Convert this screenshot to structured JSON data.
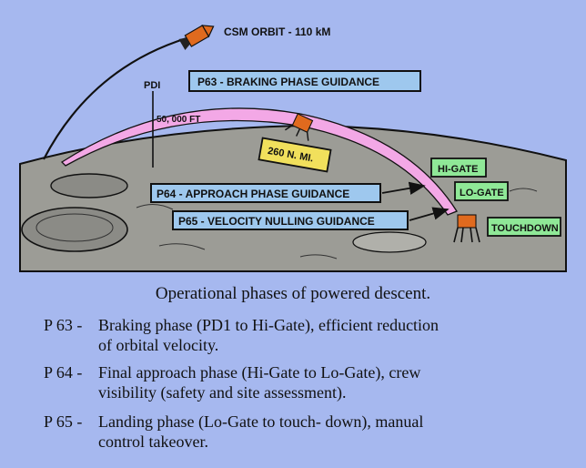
{
  "labels": {
    "csm_orbit": "CSM ORBIT - 110 kM",
    "pdi": "PDI",
    "altitude": "50, 000 FT",
    "distance": "260 N. MI.",
    "p63": "P63 - BRAKING PHASE GUIDANCE",
    "p64": "P64 - APPROACH PHASE GUIDANCE",
    "p65": "P65 - VELOCITY NULLING GUIDANCE",
    "hi_gate": "HI-GATE",
    "lo_gate": "LO-GATE",
    "touchdown": "TOUCHDOWN"
  },
  "caption": "Operational phases of powered descent.",
  "phases": [
    {
      "code": "P 63 -",
      "line1": "Braking phase (PD1 to Hi-Gate),  efficient reduction",
      "line2": "of orbital velocity."
    },
    {
      "code": "P 64 -",
      "line1": "Final approach phase (Hi-Gate to Lo-Gate),  crew",
      "line2": "visibility  (safety and site assessment)."
    },
    {
      "code": "P 65 -",
      "line1": "Landing phase (Lo-Gate to touch- down), manual",
      "line2": "control takeover."
    }
  ],
  "colors": {
    "background": "#a6b8ef",
    "terrain": "#9c9c96",
    "trajectory": "#f3a8e6",
    "blue_box": "#9ec8ee",
    "green_box": "#8fe897",
    "yellow_box": "#f1e05c",
    "spacecraft": "#e06a1e"
  }
}
